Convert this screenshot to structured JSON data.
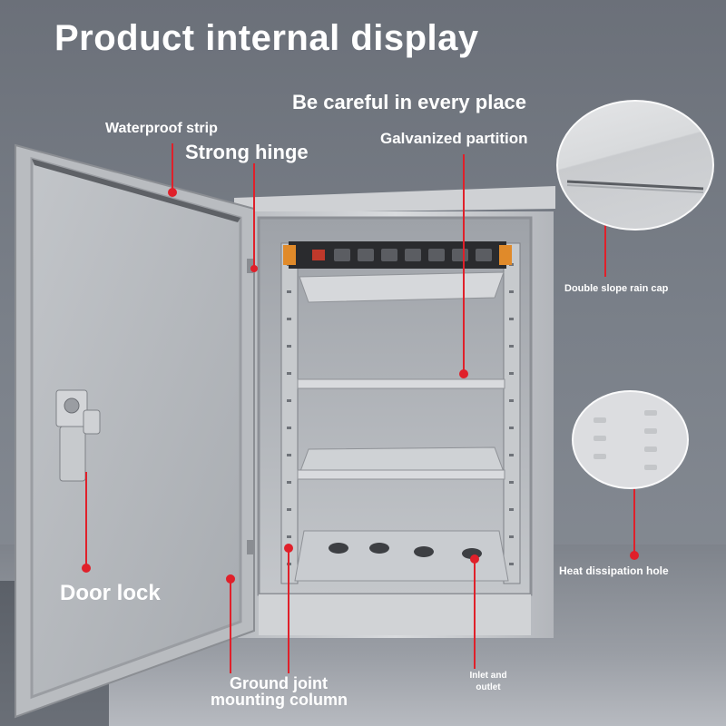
{
  "title": "Product internal display",
  "subtitle": "Be careful in every place",
  "labels": {
    "waterproof_strip": "Waterproof strip",
    "strong_hinge": "Strong hinge",
    "galvanized_partition": "Galvanized partition",
    "double_slope_rain_cap": "Double slope rain cap",
    "heat_dissipation_hole": "Heat dissipation hole",
    "door_lock": "Door lock",
    "ground_joint_line1": "Ground joint",
    "ground_joint_line2": "mounting column",
    "inlet_line1": "Inlet and",
    "inlet_line2": "outlet"
  },
  "colors": {
    "callout_red": "#e0202a",
    "text": "#ffffff",
    "steel": "#c9ccd0",
    "power_strip": "#2a2b2e"
  },
  "icons": [
    "callout-dot-icon",
    "latch-icon",
    "power-socket-icon"
  ]
}
